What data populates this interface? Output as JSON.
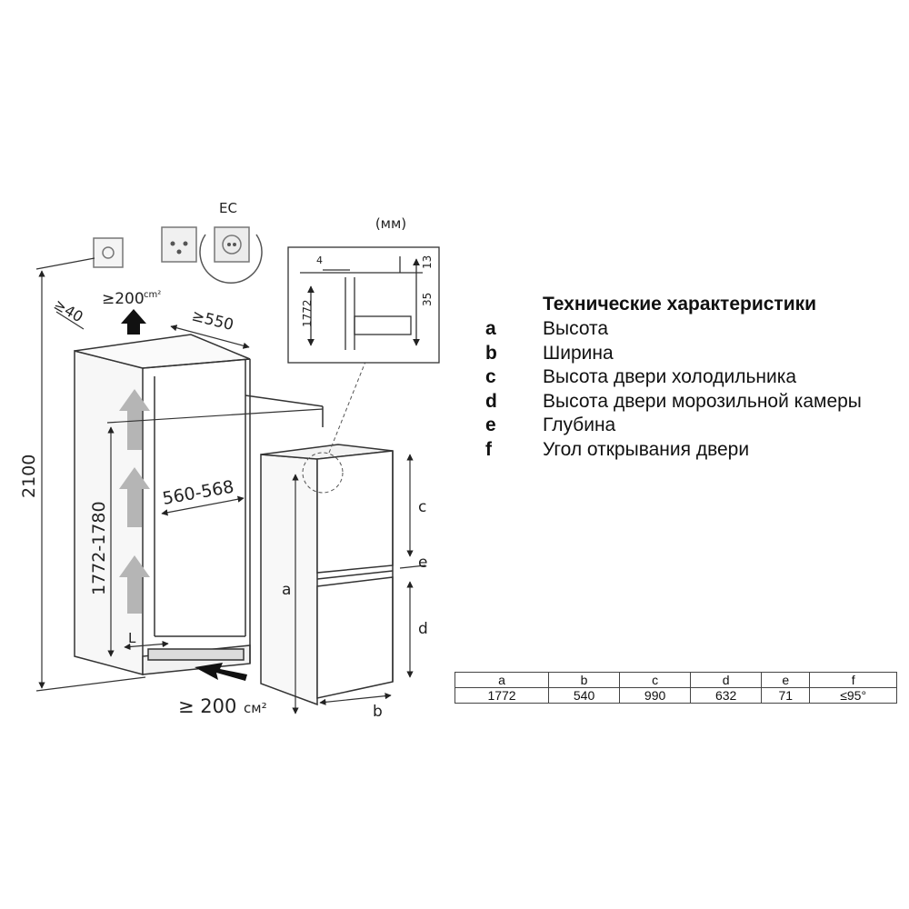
{
  "diagram": {
    "ec_label": "EC",
    "units_label": "(мм)",
    "dim_min_depth": "≥550",
    "dim_top_gap": "≥40",
    "dim_top_vent": "≥200",
    "dim_top_vent_unit": "cm²",
    "dim_total_height": "2100",
    "dim_niche_height": "1772-1780",
    "dim_niche_width": "560-568",
    "dim_bottom_vent": "≥ 200",
    "dim_bottom_vent_unit": "см²",
    "label_L": "L",
    "detail_4": "4",
    "detail_13": "13",
    "detail_35": "35",
    "detail_1772": "1772",
    "letter_a": "a",
    "letter_b": "b",
    "letter_c": "c",
    "letter_d": "d",
    "letter_e": "e"
  },
  "specs": {
    "title": "Технические характеристики",
    "items": [
      {
        "key": "a",
        "label": "Высота"
      },
      {
        "key": "b",
        "label": "Ширина"
      },
      {
        "key": "c",
        "label": "Высота двери холодильника"
      },
      {
        "key": "d",
        "label": "Высота двери морозильной камеры"
      },
      {
        "key": "e",
        "label": "Глубина"
      },
      {
        "key": "f",
        "label": "Угол открывания двери"
      }
    ]
  },
  "table": {
    "headers": [
      "a",
      "b",
      "c",
      "d",
      "e",
      "f"
    ],
    "values": [
      "1772",
      "540",
      "990",
      "632",
      "71",
      "≤95°"
    ]
  }
}
